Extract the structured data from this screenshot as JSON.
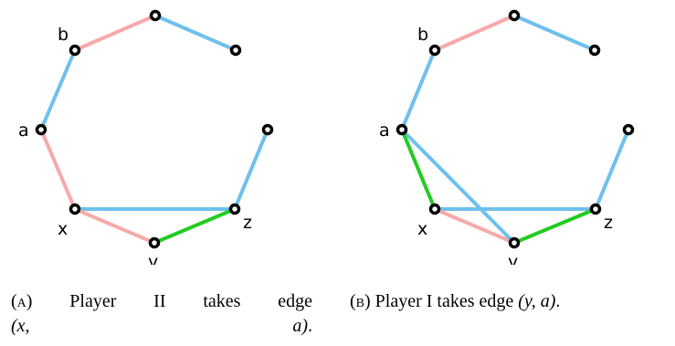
{
  "colors": {
    "blue": "#6ec0ee",
    "pink": "#f7a9a9",
    "green": "#22cc22",
    "vertex": "#000000"
  },
  "panels": [
    {
      "id": "a",
      "labels": {
        "b": "b",
        "a": "a",
        "x": "x",
        "y": "y",
        "z": "z"
      },
      "caption": {
        "tag": "(a)",
        "text_line1": "Player II takes edge",
        "text_line2_math": "(x, a)",
        "text_line2_end": "."
      }
    },
    {
      "id": "b",
      "labels": {
        "b": "b",
        "a": "a",
        "x": "x",
        "y": "y",
        "z": "z"
      },
      "caption": {
        "tag": "(b)",
        "text": "Player I takes edge",
        "math": "(y, a)",
        "end": "."
      }
    }
  ]
}
